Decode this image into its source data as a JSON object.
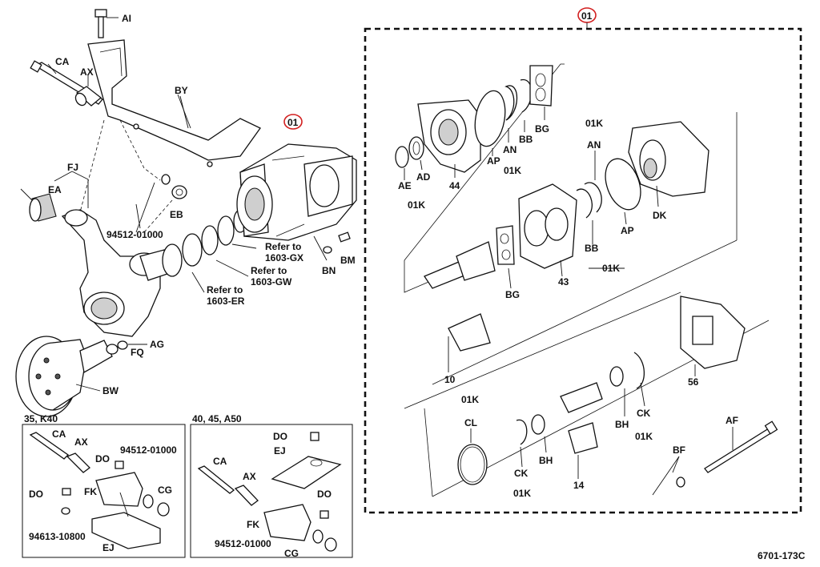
{
  "diagram": {
    "labels": {
      "AI": "AI",
      "CA": "CA",
      "AX": "AX",
      "BY": "BY",
      "FJ": "FJ",
      "EA": "EA",
      "EB": "EB",
      "n94512": "94512-01000",
      "BW": "BW",
      "FQ": "FQ",
      "AG": "AG",
      "BN": "BN",
      "BM": "BM",
      "ref_gx_1": "Refer to",
      "ref_gx_2": "1603-GX",
      "ref_gw_1": "Refer to",
      "ref_gw_2": "1603-GW",
      "ref_er_1": "Refer to",
      "ref_er_2": "1603-ER",
      "assy_left": "01",
      "assy_right": "01",
      "r_AE": "AE",
      "r_AD": "AD",
      "r_01K_a": "01K",
      "r_44": "44",
      "r_AP_a": "AP",
      "r_AN_a": "AN",
      "r_BB_a": "BB",
      "r_01K_b": "01K",
      "r_BG_a": "BG",
      "r_01K_c": "01K",
      "r_AN_b": "AN",
      "r_DK": "DK",
      "r_AP_b": "AP",
      "r_BB_b": "BB",
      "r_01K_d": "01K",
      "r_43": "43",
      "r_BG_b": "BG",
      "r_10": "10",
      "r_56": "56",
      "r_01K_e": "01K",
      "r_CL": "CL",
      "r_BH_a": "BH",
      "r_CK_a": "CK",
      "r_01K_f": "01K",
      "r_BH_b": "BH",
      "r_CK_b": "CK",
      "r_01K_g": "01K",
      "r_14": "14",
      "r_AF": "AF",
      "r_BF": "BF",
      "p1_title": "35, K40",
      "p1_CA": "CA",
      "p1_AX": "AX",
      "p1_DO": "DO",
      "p1_n94512": "94512-01000",
      "p1_FK": "FK",
      "p1_CG": "CG",
      "p1_DO2": "DO",
      "p1_n94613": "94613-10800",
      "p1_EJ": "EJ",
      "p2_title": "40, 45, A50",
      "p2_DO": "DO",
      "p2_EJ": "EJ",
      "p2_CA": "CA",
      "p2_AX": "AX",
      "p2_DO2": "DO",
      "p2_FK": "FK",
      "p2_n94512": "94512-01000",
      "p2_CG": "CG",
      "fig_code": "6701-173C"
    }
  }
}
